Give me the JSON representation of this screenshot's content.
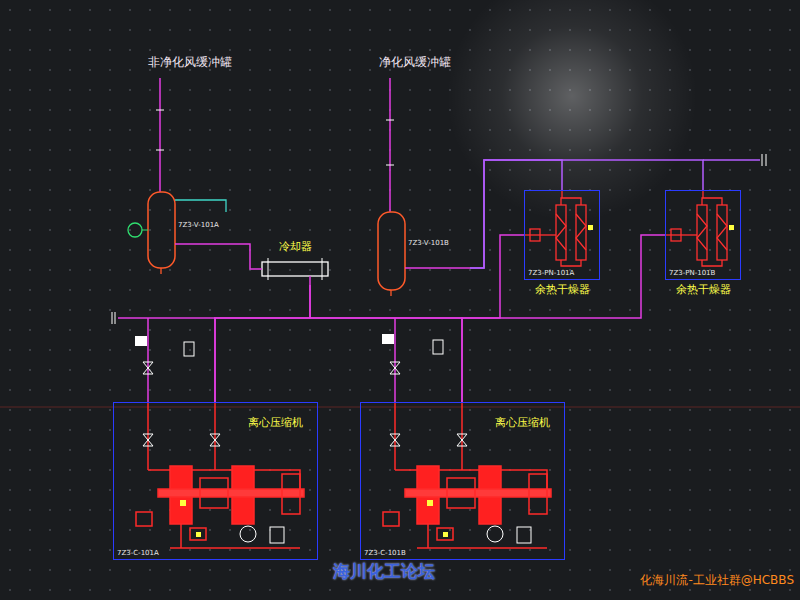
{
  "diagram": {
    "nodes": [
      {
        "text": [
          "非净化风缓冲罐"
        ]
      },
      {
        "text": [
          "冷却器"
        ]
      },
      {
        "text": [
          "净化风缓冲罐"
        ]
      },
      {
        "text": [
          "余热干燥器",
          "7Z3-PN-101A"
        ]
      },
      {
        "text": [
          "余热干燥器",
          "7Z3-PN-101B"
        ]
      },
      {
        "text": [
          "离心压缩机",
          "7Z3-C-101A"
        ]
      },
      {
        "text": [
          "离心压缩机",
          "7Z3-C-101B"
        ]
      }
    ],
    "edges": [
      {
        "from": 5,
        "to": 1,
        "arrow": "none"
      },
      {
        "from": 6,
        "to": 1,
        "arrow": "none"
      },
      {
        "from": 1,
        "to": 0,
        "arrow": "none"
      },
      {
        "from": 5,
        "to": 3,
        "arrow": "none"
      },
      {
        "from": 6,
        "to": 4,
        "arrow": "none"
      },
      {
        "from": 3,
        "to": 2,
        "arrow": "none"
      },
      {
        "from": 4,
        "to": 2,
        "arrow": "none"
      }
    ],
    "labels": [
      "7Z3-V-101A",
      "7Z3-V-101B",
      "海川化工论坛",
      "化海川流-工业社群@HCBBS"
    ]
  }
}
